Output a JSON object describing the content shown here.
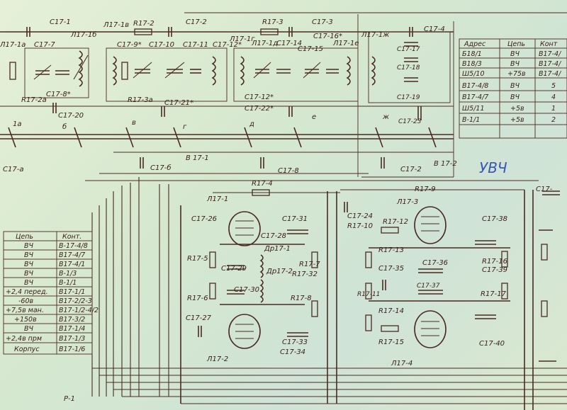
{
  "stamp": "УВЧ",
  "sheet_label": "Р-1",
  "section_label_b1": "В 17-1",
  "section_label_b2": "В 17-2",
  "top_parts": {
    "c171": "С17-1",
    "l171b": "Л17-1б",
    "l171v": "Л17-1в",
    "r172": "R17-2",
    "c172": "С17-2",
    "r173": "R17-3",
    "c173": "С17-3",
    "c174": "С17-4",
    "c177": "С17-7",
    "c179": "С17-9*",
    "c1710": "С17-10",
    "c1711": "С17-11",
    "c1712": "С17-12*",
    "l171g": "Л17-1г",
    "l171d": "Л17-1д",
    "c1714": "С17-14",
    "c1715": "С17-15",
    "c1716": "С17-16*",
    "l171e": "Л17-1е",
    "l171zh": "Л17-1ж",
    "c1717": "С17-17",
    "c1718": "С17-18",
    "c1719": "С17-19",
    "c1723": "С17-23",
    "l171a": "Л17-1а",
    "r172a": "R17-2а",
    "c178": "С17-8*",
    "c1720": "С17-20",
    "r173a": "R17-3а",
    "c1721": "С17-21*",
    "c1712b": "С17-12*",
    "c1722": "С17-22*",
    "c17a": "С17-а",
    "c176": "С17-б",
    "c178b": "С17-8",
    "r174": "R17-4",
    "c172b": "С17-2"
  },
  "bottom_parts": {
    "l171": "Л17-1",
    "c1726": "С17-26",
    "r175": "R17-5",
    "r176": "R17-6",
    "c1727": "С17-27",
    "l172": "Л17-2",
    "c1728": "С17-28",
    "c1731": "С17-31",
    "dr171": "Др17-1",
    "c1729": "С17-29",
    "dr172": "Др17-2",
    "r1732": "R17-32",
    "c1730": "С17-30",
    "r177": "R17-7",
    "r178": "R17-8",
    "c1733": "С17-33",
    "c1734": "С17-34",
    "c1724": "С17-24",
    "r1710": "R17-10",
    "r179": "R17-9",
    "l173": "Л17-3",
    "r1712": "R17-12",
    "r1713": "R17-13",
    "c1735": "С17-35",
    "r1711": "R17-11",
    "r1714": "R17-14",
    "c1736": "С17-36",
    "c1737": "С17-37",
    "r1715": "R17-15",
    "l174": "Л17-4",
    "c1738": "С17-38",
    "r1716": "R17-16",
    "c1739": "С17-39",
    "r1717": "R17-17",
    "c1740": "С17-40",
    "c17r": "С17-"
  },
  "switch_letters": [
    "1а",
    "б",
    "в",
    "г",
    "д",
    "е",
    "ж"
  ],
  "right_table": {
    "headers": [
      "Адрес",
      "Цепь",
      "Конт"
    ],
    "rows": [
      [
        "Б18/1",
        "ВЧ",
        "В17-4/"
      ],
      [
        "В18/3",
        "ВЧ",
        "В17-4/"
      ],
      [
        "Ш5/10",
        "+75в",
        "В17-4/"
      ],
      [
        "В17-4/8",
        "ВЧ",
        "5"
      ],
      [
        "В17-4/7",
        "ВЧ",
        "4"
      ],
      [
        "Ш5/11",
        "+5в",
        "1"
      ],
      [
        "В-1/1",
        "+5в",
        "2"
      ]
    ]
  },
  "left_table": {
    "headers": [
      "Цепь",
      "Конт."
    ],
    "rows": [
      [
        "ВЧ",
        "В-17-4/8"
      ],
      [
        "ВЧ",
        "В17-4/7"
      ],
      [
        "ВЧ",
        "В17-4/1"
      ],
      [
        "ВЧ",
        "В-1/3"
      ],
      [
        "ВЧ",
        "В-1/1"
      ],
      [
        "+2,4 перед.",
        "В17-1/1"
      ],
      [
        "-60в",
        "В17-2/2-3"
      ],
      [
        "+7,5в ман.",
        "В17-1/2-4/2"
      ],
      [
        "+150в",
        "В17-3/2"
      ],
      [
        "ВЧ",
        "В17-1/4"
      ],
      [
        "+2,4в прм",
        "В17-1/3"
      ],
      [
        "Корпус",
        "В17-1/6"
      ]
    ]
  }
}
